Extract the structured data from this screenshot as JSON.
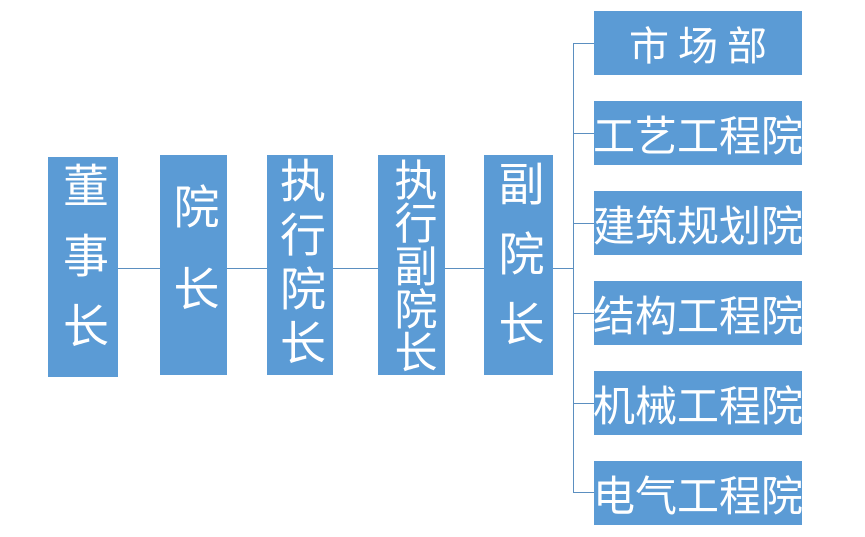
{
  "diagram": {
    "type": "organization-chart",
    "title": "",
    "colors": {
      "node_fill": "#5B9BD5",
      "node_text": "#FFFFFF",
      "connector": "#5B8FC0",
      "background": "#FFFFFF"
    },
    "chain": [
      {
        "label": "董事长",
        "chars": 3
      },
      {
        "label": "院长",
        "chars": 2
      },
      {
        "label": "执行院长",
        "chars": 4
      },
      {
        "label": "执行副院长",
        "chars": 5
      },
      {
        "label": "副院长",
        "chars": 3
      }
    ],
    "departments": [
      {
        "label": "市场部",
        "chars": 3
      },
      {
        "label": "工艺工程院",
        "chars": 5
      },
      {
        "label": "建筑规划院",
        "chars": 5
      },
      {
        "label": "结构工程院",
        "chars": 5
      },
      {
        "label": "机械工程院",
        "chars": 5
      },
      {
        "label": "电气工程院",
        "chars": 5
      }
    ]
  }
}
